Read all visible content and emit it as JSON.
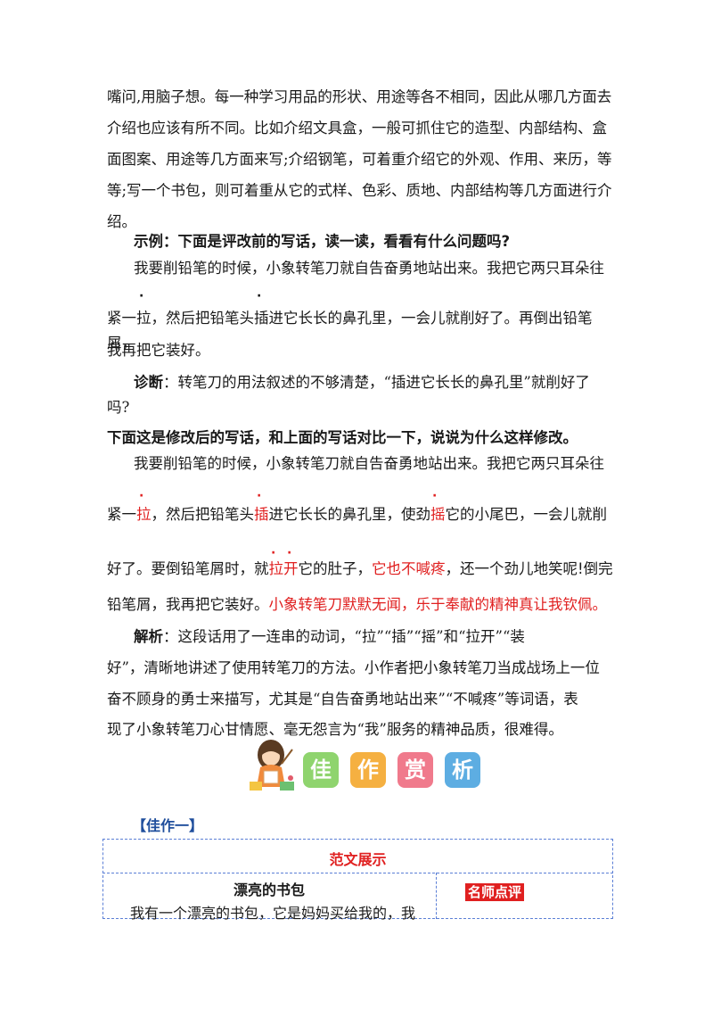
{
  "intro": {
    "line1": "嘴问,用脑子想。每一种学习用品的形状、用途等各不相同，因此从哪几方面去",
    "line2": "介绍也应该有所不同。比如介绍文具盒，一般可抓住它的造型、内部结构、盒",
    "line3": "面图案、用途等几方面来写;介绍钢笔，可着重介绍它的外观、作用、来历，等",
    "line4": "等;写一个书包，则可着重从它的式样、色彩、质地、内部结构等几方面进行介",
    "line5": "绍。"
  },
  "example": {
    "heading": "示例：下面是评改前的写话，读一读，看看有什么问题吗?",
    "line1": "我要削铅笔的时候，小象转笔刀就自告奋勇地站出来。我把它两只耳朵往",
    "line2": "紧一拉，然后把铅笔头插进它长长的鼻孔里，一会儿就削好了。再倒出铅笔屑，",
    "line3": "我再把它装好。"
  },
  "diagnosis": {
    "label": "诊断",
    "text1": "：转笔刀的用法叙述的不够清楚，“插进它长长的鼻孔里”就削好了",
    "text2": "吗?"
  },
  "revised": {
    "heading": "下面这是修改后的写话，和上面的写话对比一下，说说为什么这样修改。",
    "line1": "我要削铅笔的时候，小象转笔刀就自告奋勇地站出来。我把它两只耳朵往",
    "l2_a": "紧一",
    "l2_b": "拉",
    "l2_c": "，然后把铅笔头",
    "l2_d": "插",
    "l2_e": "进它长长的鼻孔里，使劲",
    "l2_f": "摇",
    "l2_g": "它的小尾巴，一会儿就削",
    "l3_a": "好了。要倒铅笔屑时，就",
    "l3_b": "拉开",
    "l3_c": "它的肚子，",
    "l3_d": "它也不喊疼",
    "l3_e": "，还一个劲儿地笑呢!倒完",
    "l4_a": "铅笔屑，我再把它装好。",
    "l4_b": "小象转笔刀默默无闻，乐于奉献的精神真让我钦佩。"
  },
  "analysis": {
    "label": "解析",
    "text1": "：这段话用了一连串的动词，“拉”“插”“摇”和“拉开”“装",
    "text2": "好”，清晰地讲述了使用转笔刀的方法。小作者把小象转笔刀当成战场上一位",
    "text3": "奋不顾身的勇士来描写，尤其是“自告奋勇地站出来”“不喊疼”等词语，表",
    "text4": "现了小象转笔刀心甘情愿、毫无怨言为“我”服务的精神品质，很难得。"
  },
  "banner": {
    "tiles": [
      "佳",
      "作",
      "赏",
      "析"
    ],
    "colors": [
      "#8fd46e",
      "#f5b041",
      "#f07a8c",
      "#5dade2"
    ]
  },
  "sample": {
    "label": "【佳作一】",
    "table_header": "范文展示",
    "essay_title": "漂亮的书包",
    "essay_line1": "我有一个漂亮的书包，它是妈妈买给我的，我",
    "comment_label": "名师点评"
  },
  "colors": {
    "accent_red": "#e02020",
    "label_blue": "#1f4e9c",
    "dash_border": "#5b7fd6"
  }
}
